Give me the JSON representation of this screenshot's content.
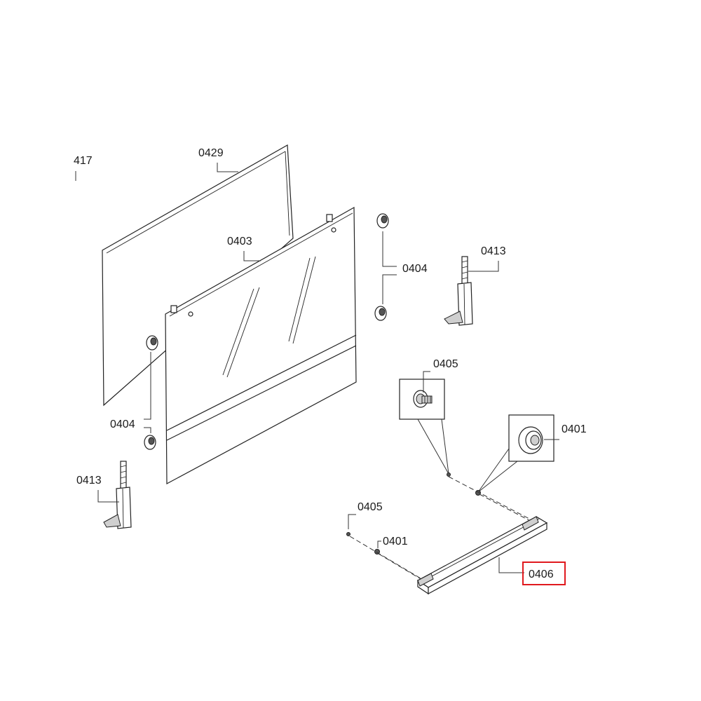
{
  "diagram": {
    "labels": {
      "group": "417",
      "inner_glass": "0429",
      "door_glass": "0403",
      "spacer_right": "0404",
      "spacer_left": "0404",
      "hinge_right": "0413",
      "hinge_left": "0413",
      "screw_detail": "0405",
      "bushing_detail": "0401",
      "screw_small": "0405",
      "bushing_small": "0401",
      "handle": "0406"
    },
    "colors": {
      "line": "#222222",
      "highlight_box": "#e0191e",
      "background": "#ffffff"
    }
  }
}
